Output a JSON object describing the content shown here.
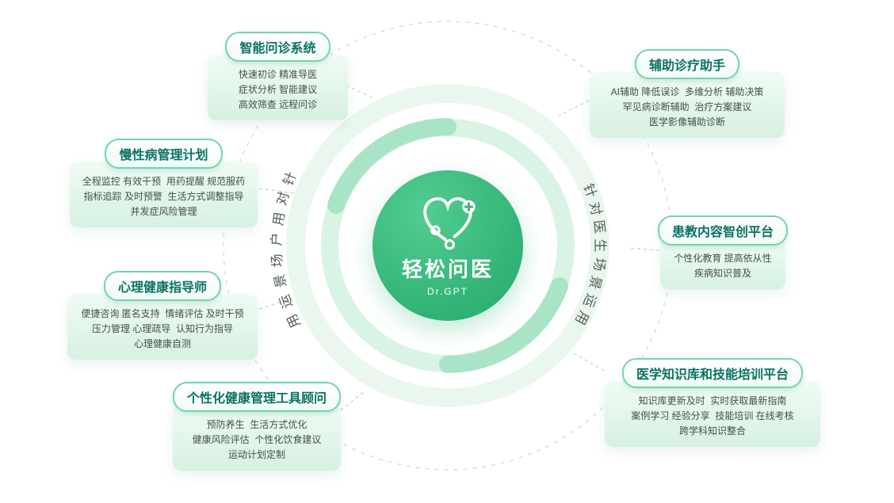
{
  "center": {
    "title": "轻松问医",
    "subtitle": "Dr.GPT"
  },
  "arc_labels": {
    "left": "针对用户场景运用",
    "right": "针对医生场景运用"
  },
  "cards": [
    {
      "title": "智能问诊系统",
      "lines": [
        "快速初诊 精准导医",
        "症状分析 智能建议",
        "高效筛查 远程问诊"
      ]
    },
    {
      "title": "辅助诊疗助手",
      "lines": [
        "AI辅助 降低误诊  多维分析 辅助决策",
        "罕见病诊断辅助  治疗方案建议",
        "医学影像辅助诊断"
      ]
    },
    {
      "title": "慢性病管理计划",
      "lines": [
        "全程监控 有效干预  用药提醒 规范服药",
        "指标追踪 及时预警  生活方式调整指导",
        "并发症风险管理"
      ]
    },
    {
      "title": "患教内容智创平台",
      "lines": [
        "个性化教育 提高依从性",
        "疾病知识普及"
      ]
    },
    {
      "title": "心理健康指导师",
      "lines": [
        "便捷咨询 匿名支持  情绪评估 及时干预",
        "压力管理 心理疏导  认知行为指导",
        "心理健康自测"
      ]
    },
    {
      "title": "医学知识库和技能培训平台",
      "lines": [
        "知识库更新及时  实时获取最新指南",
        "案例学习 经验分享  技能培训 在线考核",
        "跨学科知识整合"
      ]
    },
    {
      "title": "个性化健康管理工具顾问",
      "lines": [
        "预防养生  生活方式优化",
        "健康风险评估  个性化饮食建议",
        "运动计划定制"
      ]
    }
  ],
  "colors": {
    "primary_green": "#35b273",
    "ring_light": "#d9f3e4",
    "ring_accent": "#a9e4c7",
    "pill_border": "#72d3b4",
    "pill_text": "#0a7263",
    "body_text": "#434f49"
  }
}
